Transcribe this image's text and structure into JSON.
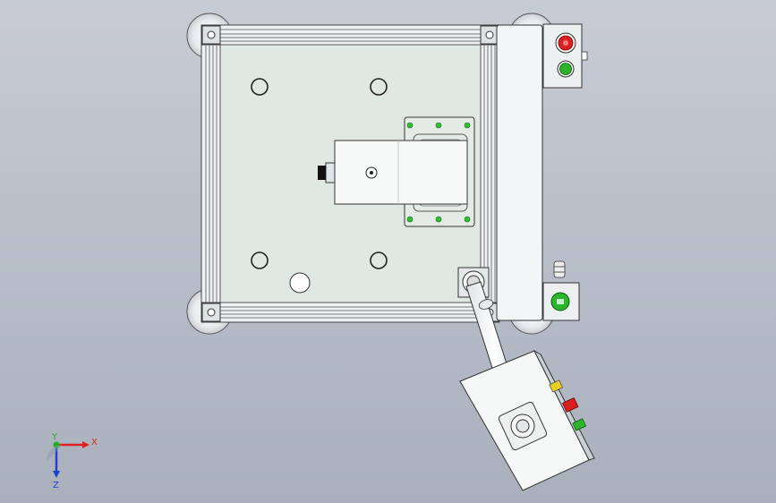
{
  "triad": {
    "x_label": "X",
    "y_label": "Y",
    "z_label": "Z",
    "x_color": "#e02020",
    "y_color": "#20b020",
    "z_color": "#2040d0"
  },
  "colors": {
    "background": "#b8bfca",
    "panel": "#dfe8e3",
    "frame": "#e9eef0",
    "stop_button": "#d82020",
    "start_button": "#2cb52c",
    "indicator_yellow": "#e8d020",
    "screw_green": "#30c030"
  }
}
